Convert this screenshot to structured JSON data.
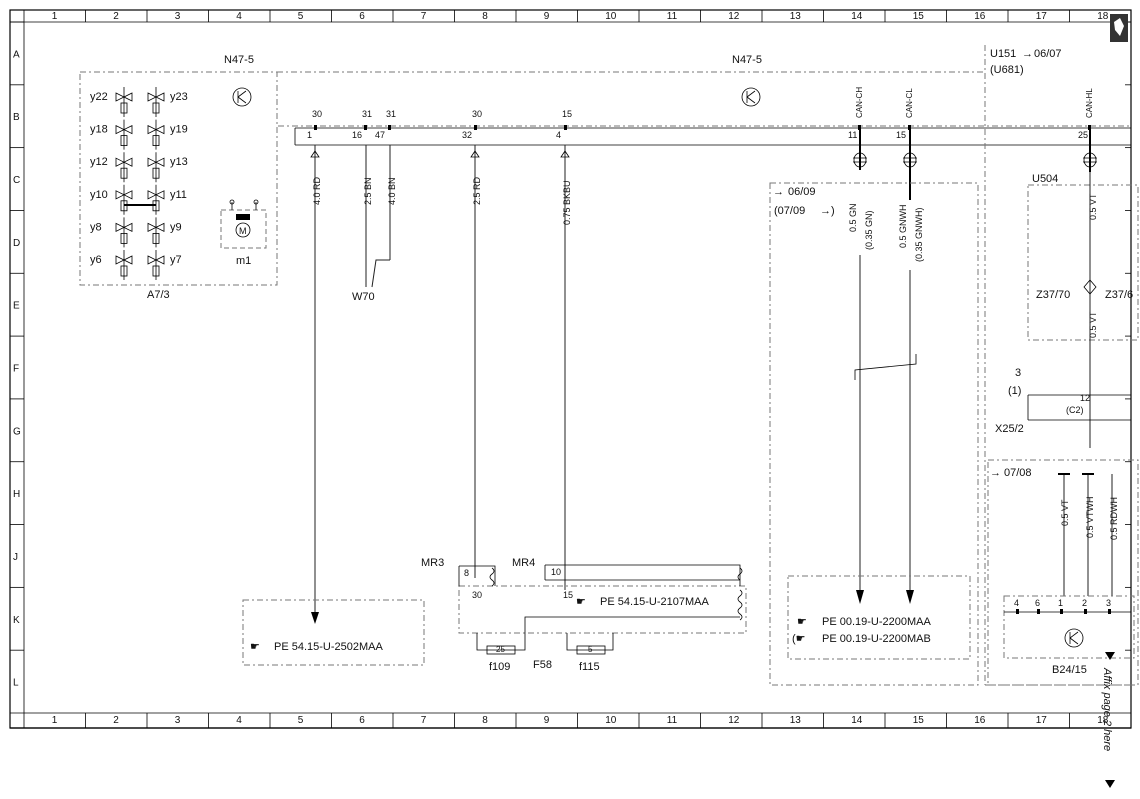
{
  "grid": {
    "columns": [
      "1",
      "2",
      "3",
      "4",
      "5",
      "6",
      "7",
      "8",
      "9",
      "10",
      "11",
      "12",
      "13",
      "14",
      "15",
      "16",
      "17",
      "18"
    ],
    "rows": [
      "A",
      "B",
      "C",
      "D",
      "E",
      "F",
      "G",
      "H",
      "J",
      "K",
      "L"
    ]
  },
  "components": {
    "n47_left": "N47-5",
    "n47_right": "N47-5",
    "a73": "A7/3",
    "m1": "m1",
    "motor": "M",
    "w70": "W70",
    "u151": "U151",
    "u151_date": "06/07",
    "u681": "(U681)",
    "u504": "U504",
    "z3770": "Z37/70",
    "z376": "Z37/6",
    "x252": "X25/2",
    "x252_pin": "3",
    "x252_pin_alt": "(1)",
    "x252_pin2": "12",
    "x252_c2": "(C2)",
    "mr3": "MR3",
    "mr4": "MR4",
    "f58": "F58",
    "f109": "f109",
    "f115": "f115",
    "f109_val": "25",
    "f115_val": "5",
    "b2415": "B24/15",
    "box_0609": "06/09",
    "box_0709": "(07/09",
    "box_0708": "07/08"
  },
  "valves": {
    "left": [
      "y22",
      "y18",
      "y12",
      "y10",
      "y8",
      "y6"
    ],
    "right": [
      "y23",
      "y19",
      "y13",
      "y11",
      "y9",
      "y7"
    ]
  },
  "pins": {
    "p1": "1",
    "p16": "16",
    "p47": "47",
    "p32": "32",
    "p4": "4",
    "p11": "11",
    "p15": "15",
    "p25": "25",
    "t30a": "30",
    "t31a": "31",
    "t31b": "31",
    "t30b": "30",
    "t15": "15",
    "mr3_pin": "8",
    "mr3_30": "30",
    "mr4_pin": "10",
    "mr4_15": "15",
    "b24_pins": [
      "4",
      "6",
      "1",
      "2",
      "3"
    ]
  },
  "signals": {
    "can_ch": "CAN-CH",
    "can_cl": "CAN-CL",
    "can_hl": "CAN-HL"
  },
  "wires": {
    "w1": "4.0 RD",
    "w2": "2.5 BN",
    "w3": "4.0 BN",
    "w4": "2.5 RD",
    "w5": "0.75 BKBU",
    "w6": "0.5 GN",
    "w6b": "(0.35 GN)",
    "w7": "0.5 GNWH",
    "w7b": "(0.35 GNWH)",
    "w8": "0.5 VT",
    "w9": "0.5 VT",
    "w10": "0.5 VT",
    "w11": "0.5 VTWH",
    "w12": "0.5 RDWH"
  },
  "references": {
    "ref1": "PE 54.15-U-2502MAA",
    "ref2": "PE 54.15-U-2107MAA",
    "ref3": "PE 00.19-U-2200MAA",
    "ref4": "PE 00.19-U-2200MAB"
  },
  "affix_note": "Affix page 2 here",
  "colors": {
    "line": "#000000",
    "dashed": "#777777",
    "background": "#ffffff"
  }
}
